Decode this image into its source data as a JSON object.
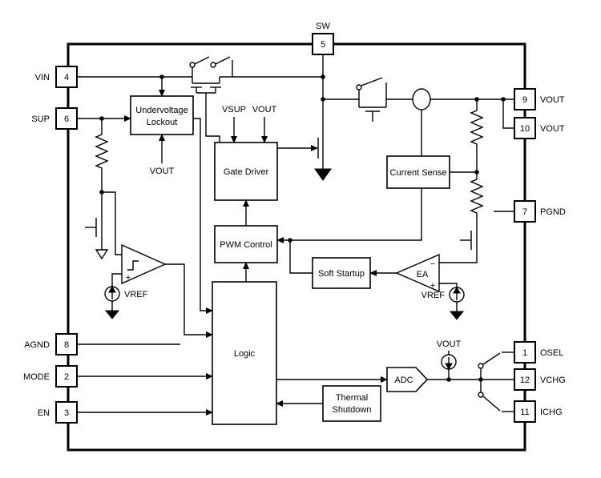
{
  "diagram": {
    "background_color": "#ffffff",
    "line_color": "#000000",
    "pins": [
      {
        "number": "5",
        "label": "SW",
        "side": "top"
      },
      {
        "number": "4",
        "label": "VIN",
        "side": "left"
      },
      {
        "number": "6",
        "label": "SUP",
        "side": "left"
      },
      {
        "number": "8",
        "label": "AGND",
        "side": "left"
      },
      {
        "number": "2",
        "label": "MODE",
        "side": "left"
      },
      {
        "number": "3",
        "label": "EN",
        "side": "left"
      },
      {
        "number": "9",
        "label": "VOUT",
        "side": "right"
      },
      {
        "number": "10",
        "label": "VOUT",
        "side": "right"
      },
      {
        "number": "7",
        "label": "PGND",
        "side": "right"
      },
      {
        "number": "1",
        "label": "OSEL",
        "side": "right"
      },
      {
        "number": "12",
        "label": "VCHG",
        "side": "right"
      },
      {
        "number": "11",
        "label": "ICHG",
        "side": "right"
      }
    ],
    "blocks": {
      "uvlo_line1": "Undervoltage",
      "uvlo_line2": "Lockout",
      "gate_driver": "Gate Driver",
      "current_sense": "Current Sense",
      "pwm_control": "PWM Control",
      "soft_startup": "Soft Startup",
      "logic": "Logic",
      "thermal_line1": "Thermal",
      "thermal_line2": "Shutdown",
      "adc": "ADC",
      "ea": "EA"
    },
    "labels": {
      "vsup": "VSUP",
      "vout_gate_driver": "VOUT",
      "vout_uvlo": "VOUT",
      "vref_comparator": "VREF",
      "vref_ea": "VREF",
      "vout_source": "VOUT",
      "ea_minus": "−",
      "ea_plus": "+",
      "comparator_plus": "+"
    }
  }
}
